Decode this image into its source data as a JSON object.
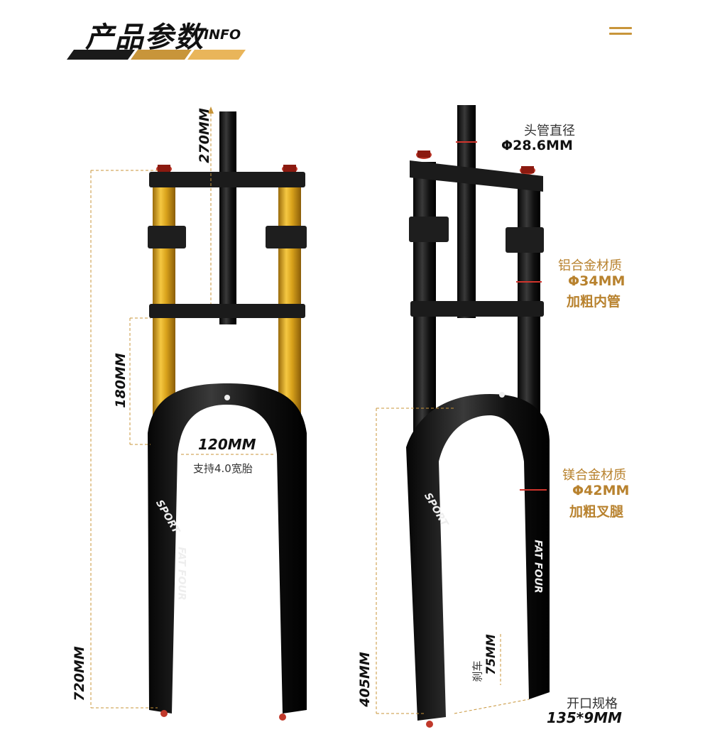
{
  "header": {
    "title_cn": "产品参数",
    "title_en": "INFO",
    "accent_colors": [
      "#c8953a",
      "#e9b55a",
      "#1a1a1a"
    ]
  },
  "left_fork": {
    "steerer_length": "270MM",
    "travel": "180MM",
    "tire_width": "120MM",
    "tire_note": "支持4.0宽胎",
    "total_length": "720MM",
    "brand_text": "SPORT",
    "model_text": "FAT FOUR",
    "stanchion_color": "#d9a21b"
  },
  "right_fork": {
    "head_tube_label": "头管直径",
    "head_tube_value": "Φ28.6MM",
    "upper_tube_label": "铝合金材质",
    "upper_tube_value": "Φ34MM",
    "upper_tube_note": "加粗内管",
    "lower_leg_label": "镁合金材质",
    "lower_leg_value": "Φ42MM",
    "lower_leg_note": "加粗叉腿",
    "brake_label": "刹车",
    "brake_value": "75MM",
    "axle_label": "开口规格",
    "axle_value": "135*9MM",
    "axle_to_crown": "405MM",
    "brand_text": "SPORT",
    "model_text": "FAT FOUR"
  }
}
